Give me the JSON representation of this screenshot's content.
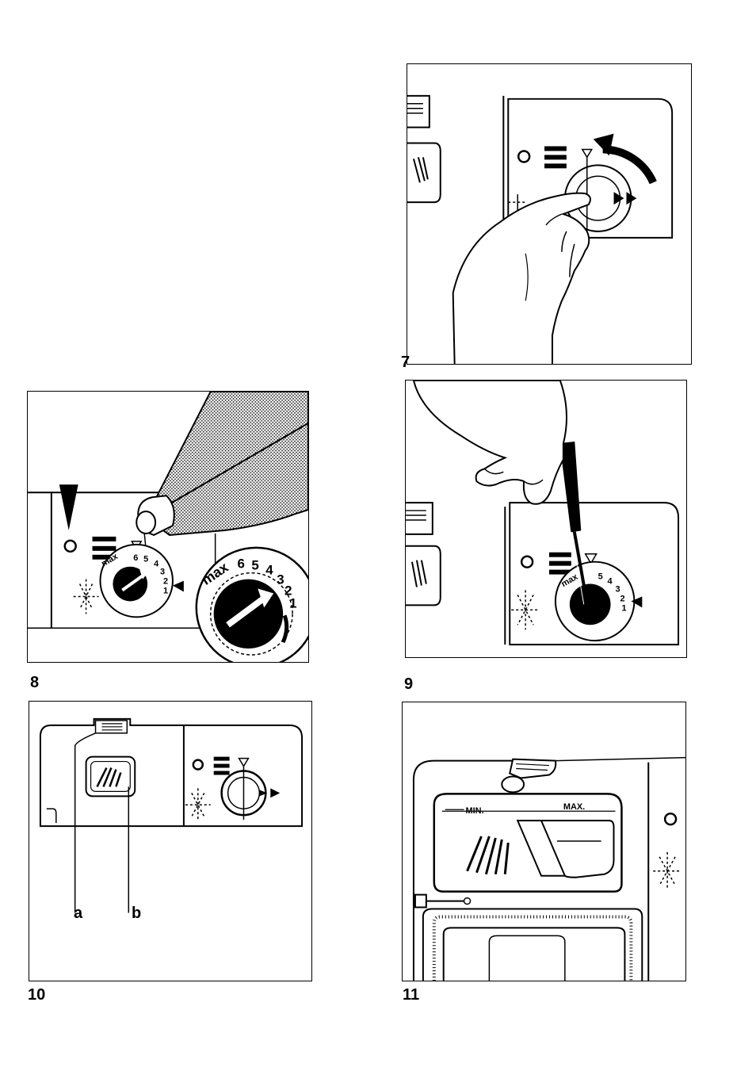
{
  "figures": [
    {
      "number": "7"
    },
    {
      "number": "8",
      "dial_max": "max",
      "dial_digits": [
        "6",
        "5",
        "4",
        "3",
        "2",
        "1"
      ]
    },
    {
      "number": "9",
      "dial_max": "max",
      "dial_digits": [
        "5",
        "4",
        "3",
        "2",
        "1"
      ]
    },
    {
      "number": "10",
      "callouts": [
        "a",
        "b"
      ]
    },
    {
      "number": "11",
      "level_min": "MIN.",
      "level_max": "MAX."
    }
  ]
}
